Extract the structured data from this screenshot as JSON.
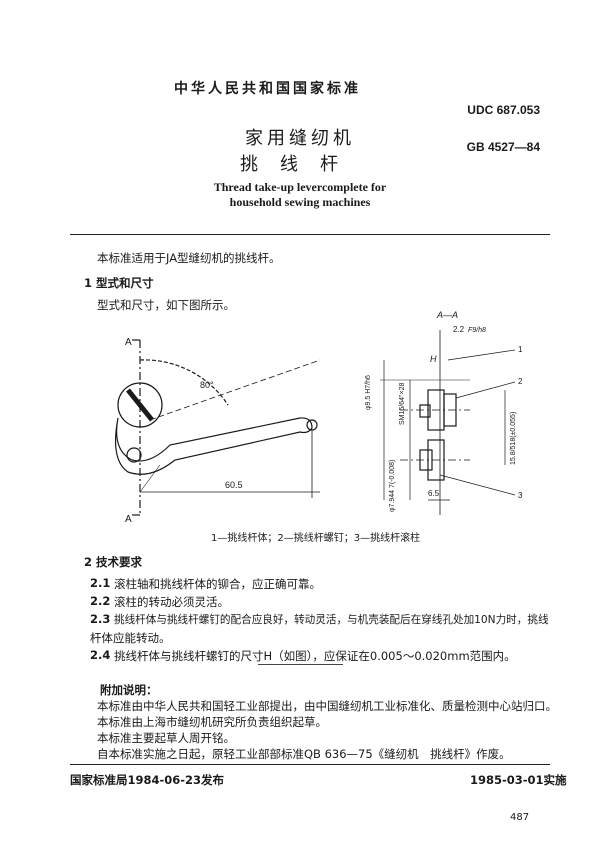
{
  "header": {
    "country": "中华人民共和国国家标准",
    "udc": "UDC 687.053",
    "gb": "GB 4527—84",
    "title_cn_1": "家用缝纫机",
    "title_cn_2": "挑线杆",
    "title_en_1": "Thread take-up levercomplete for",
    "title_en_2": "household sewing machines"
  },
  "intro": "本标准适用于JA型缝纫机的挑线杆。",
  "section1": {
    "heading": "1  型式和尺寸",
    "text": "型式和尺寸，如下图所示。"
  },
  "figure": {
    "section_label": "A—A",
    "label_a": "A",
    "angle": "80°",
    "length": "60.5",
    "fit_top": "2.2",
    "fit_top_frac": "F9/h8",
    "h_label": "H",
    "dim_phi95": "φ9.5 H7/h6",
    "dim_thread": "SM15/64\"×28",
    "dim_phi7": "φ7.944 7(-0.008)",
    "dim_15": "15.8/518(±0.055)",
    "dim_65": "6.5",
    "callout_1": "1",
    "callout_2": "2",
    "callout_3": "3",
    "caption": "1—挑线杆体；2—挑线杆螺钉；3—挑线杆滚柱"
  },
  "section2": {
    "heading": "2  技术要求",
    "items": [
      {
        "num": "2.1",
        "text": "滚柱轴和挑线杆体的铆合，应正确可靠。"
      },
      {
        "num": "2.2",
        "text": "滚柱的转动必须灵活。"
      },
      {
        "num": "2.3",
        "text": "挑线杆体与挑线杆螺钉的配合应良好，转动灵活，与机壳装配后在穿线孔处加10N力时，挑线"
      },
      {
        "num": "",
        "text": "杆体应能转动。"
      },
      {
        "num": "2.4",
        "text": "挑线杆体与挑线杆螺钉的尺寸H（如图），应保证在0.005～0.020mm范围内。"
      }
    ]
  },
  "notes": {
    "heading": "附加说明：",
    "lines": [
      "本标准由中华人民共和国轻工业部提出，由中国缝纫机工业标准化、质量检测中心站归口。",
      "本标准由上海市缝纫机研究所负责组织起草。",
      "本标准主要起草人周开铭。",
      "自本标准实施之日起，原轻工业部部标准QB 636—75《缝纫机　挑线杆》作废。"
    ]
  },
  "footer": {
    "issued": "国家标准局1984-06-23发布",
    "effective": "1985-03-01实施",
    "page": "487"
  }
}
